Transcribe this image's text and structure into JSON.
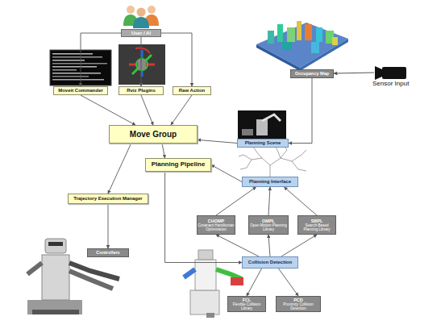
{
  "diagram": {
    "nodes": [
      {
        "text": [
          "User / AI"
        ]
      },
      {
        "text": [
          "Moveit Commander"
        ]
      },
      {
        "text": [
          "Rviz Plugins"
        ]
      },
      {
        "text": [
          "Raw Action"
        ]
      },
      {
        "text": [
          "Occupancy Map"
        ]
      },
      {
        "text": [
          "Move Group"
        ]
      },
      {
        "text": [
          "Planning Scene"
        ]
      },
      {
        "text": [
          "Planning Pipeline"
        ]
      },
      {
        "text": [
          "Planning Interface"
        ]
      },
      {
        "text": [
          "Trajectory Execution Manager"
        ]
      },
      {
        "text": [
          "CHOMP",
          "Covariant Hamiltonian Optimization"
        ]
      },
      {
        "text": [
          "OMPL",
          "Open Motion Planning Library"
        ]
      },
      {
        "text": [
          "SBPL",
          "Search-Based Planning Library"
        ]
      },
      {
        "text": [
          "Controllers"
        ]
      },
      {
        "text": [
          "Collision Detection"
        ]
      },
      {
        "text": [
          "FCL",
          "Flexible Collision Library"
        ]
      },
      {
        "text": [
          "PCD",
          "Proximity Collision Detection"
        ]
      }
    ],
    "edges": [
      {
        "from": 0,
        "to": 1,
        "arrow": "to"
      },
      {
        "from": 0,
        "to": 2,
        "arrow": "to"
      },
      {
        "from": 0,
        "to": 3,
        "arrow": "to"
      },
      {
        "from": 1,
        "to": 5,
        "arrow": "to"
      },
      {
        "from": 2,
        "to": 5,
        "arrow": "to"
      },
      {
        "from": 3,
        "to": 5,
        "arrow": "to"
      },
      {
        "from": 4,
        "to": 6,
        "arrow": "to"
      },
      {
        "from": 6,
        "to": 5,
        "arrow": "to"
      },
      {
        "from": 5,
        "to": 7,
        "arrow": "to"
      },
      {
        "from": 5,
        "to": 9,
        "arrow": "to"
      },
      {
        "from": 8,
        "to": 7,
        "arrow": "to"
      },
      {
        "from": 10,
        "to": 8,
        "arrow": "to"
      },
      {
        "from": 11,
        "to": 8,
        "arrow": "to"
      },
      {
        "from": 12,
        "to": 8,
        "arrow": "to"
      },
      {
        "from": 14,
        "to": 10,
        "arrow": "to"
      },
      {
        "from": 14,
        "to": 11,
        "arrow": "to"
      },
      {
        "from": 14,
        "to": 12,
        "arrow": "to"
      },
      {
        "from": 7,
        "to": 14,
        "arrow": "to"
      },
      {
        "from": 14,
        "to": 15,
        "arrow": "to"
      },
      {
        "from": 14,
        "to": 16,
        "arrow": "to"
      },
      {
        "from": 9,
        "to": 13,
        "arrow": "to"
      }
    ],
    "labels": [
      "Sensor Input"
    ]
  }
}
